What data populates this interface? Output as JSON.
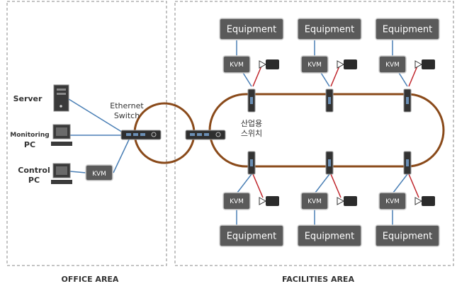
{
  "areas": {
    "office": "OFFICE AREA",
    "facilities": "FACILITIES AREA"
  },
  "office": {
    "server": "Server",
    "monitoring_line1": "Monitoring",
    "monitoring_line2": "PC",
    "control_line1": "Control",
    "control_line2": "PC",
    "kvm": "KVM",
    "ethernet_line1": "Ethernet",
    "ethernet_line2": "Switch"
  },
  "facilities": {
    "industrial_switch_line1": "산업용",
    "industrial_switch_line2": "스위치",
    "top_equipment": [
      "Equipment",
      "Equipment",
      "Equipment"
    ],
    "top_kvm": [
      "KVM",
      "KVM",
      "KVM"
    ],
    "bottom_equipment": [
      "Equipment",
      "Equipment",
      "Equipment"
    ],
    "bottom_kvm": [
      "KVM",
      "KVM",
      "KVM"
    ]
  },
  "colors": {
    "ring": "#8a4a1a",
    "ethernet_link": "#4a7fb5",
    "camera_link": "#c0262c",
    "box_fill": "#5a5a5a",
    "box_border": "#cfcfcf",
    "area_border": "#888888"
  }
}
